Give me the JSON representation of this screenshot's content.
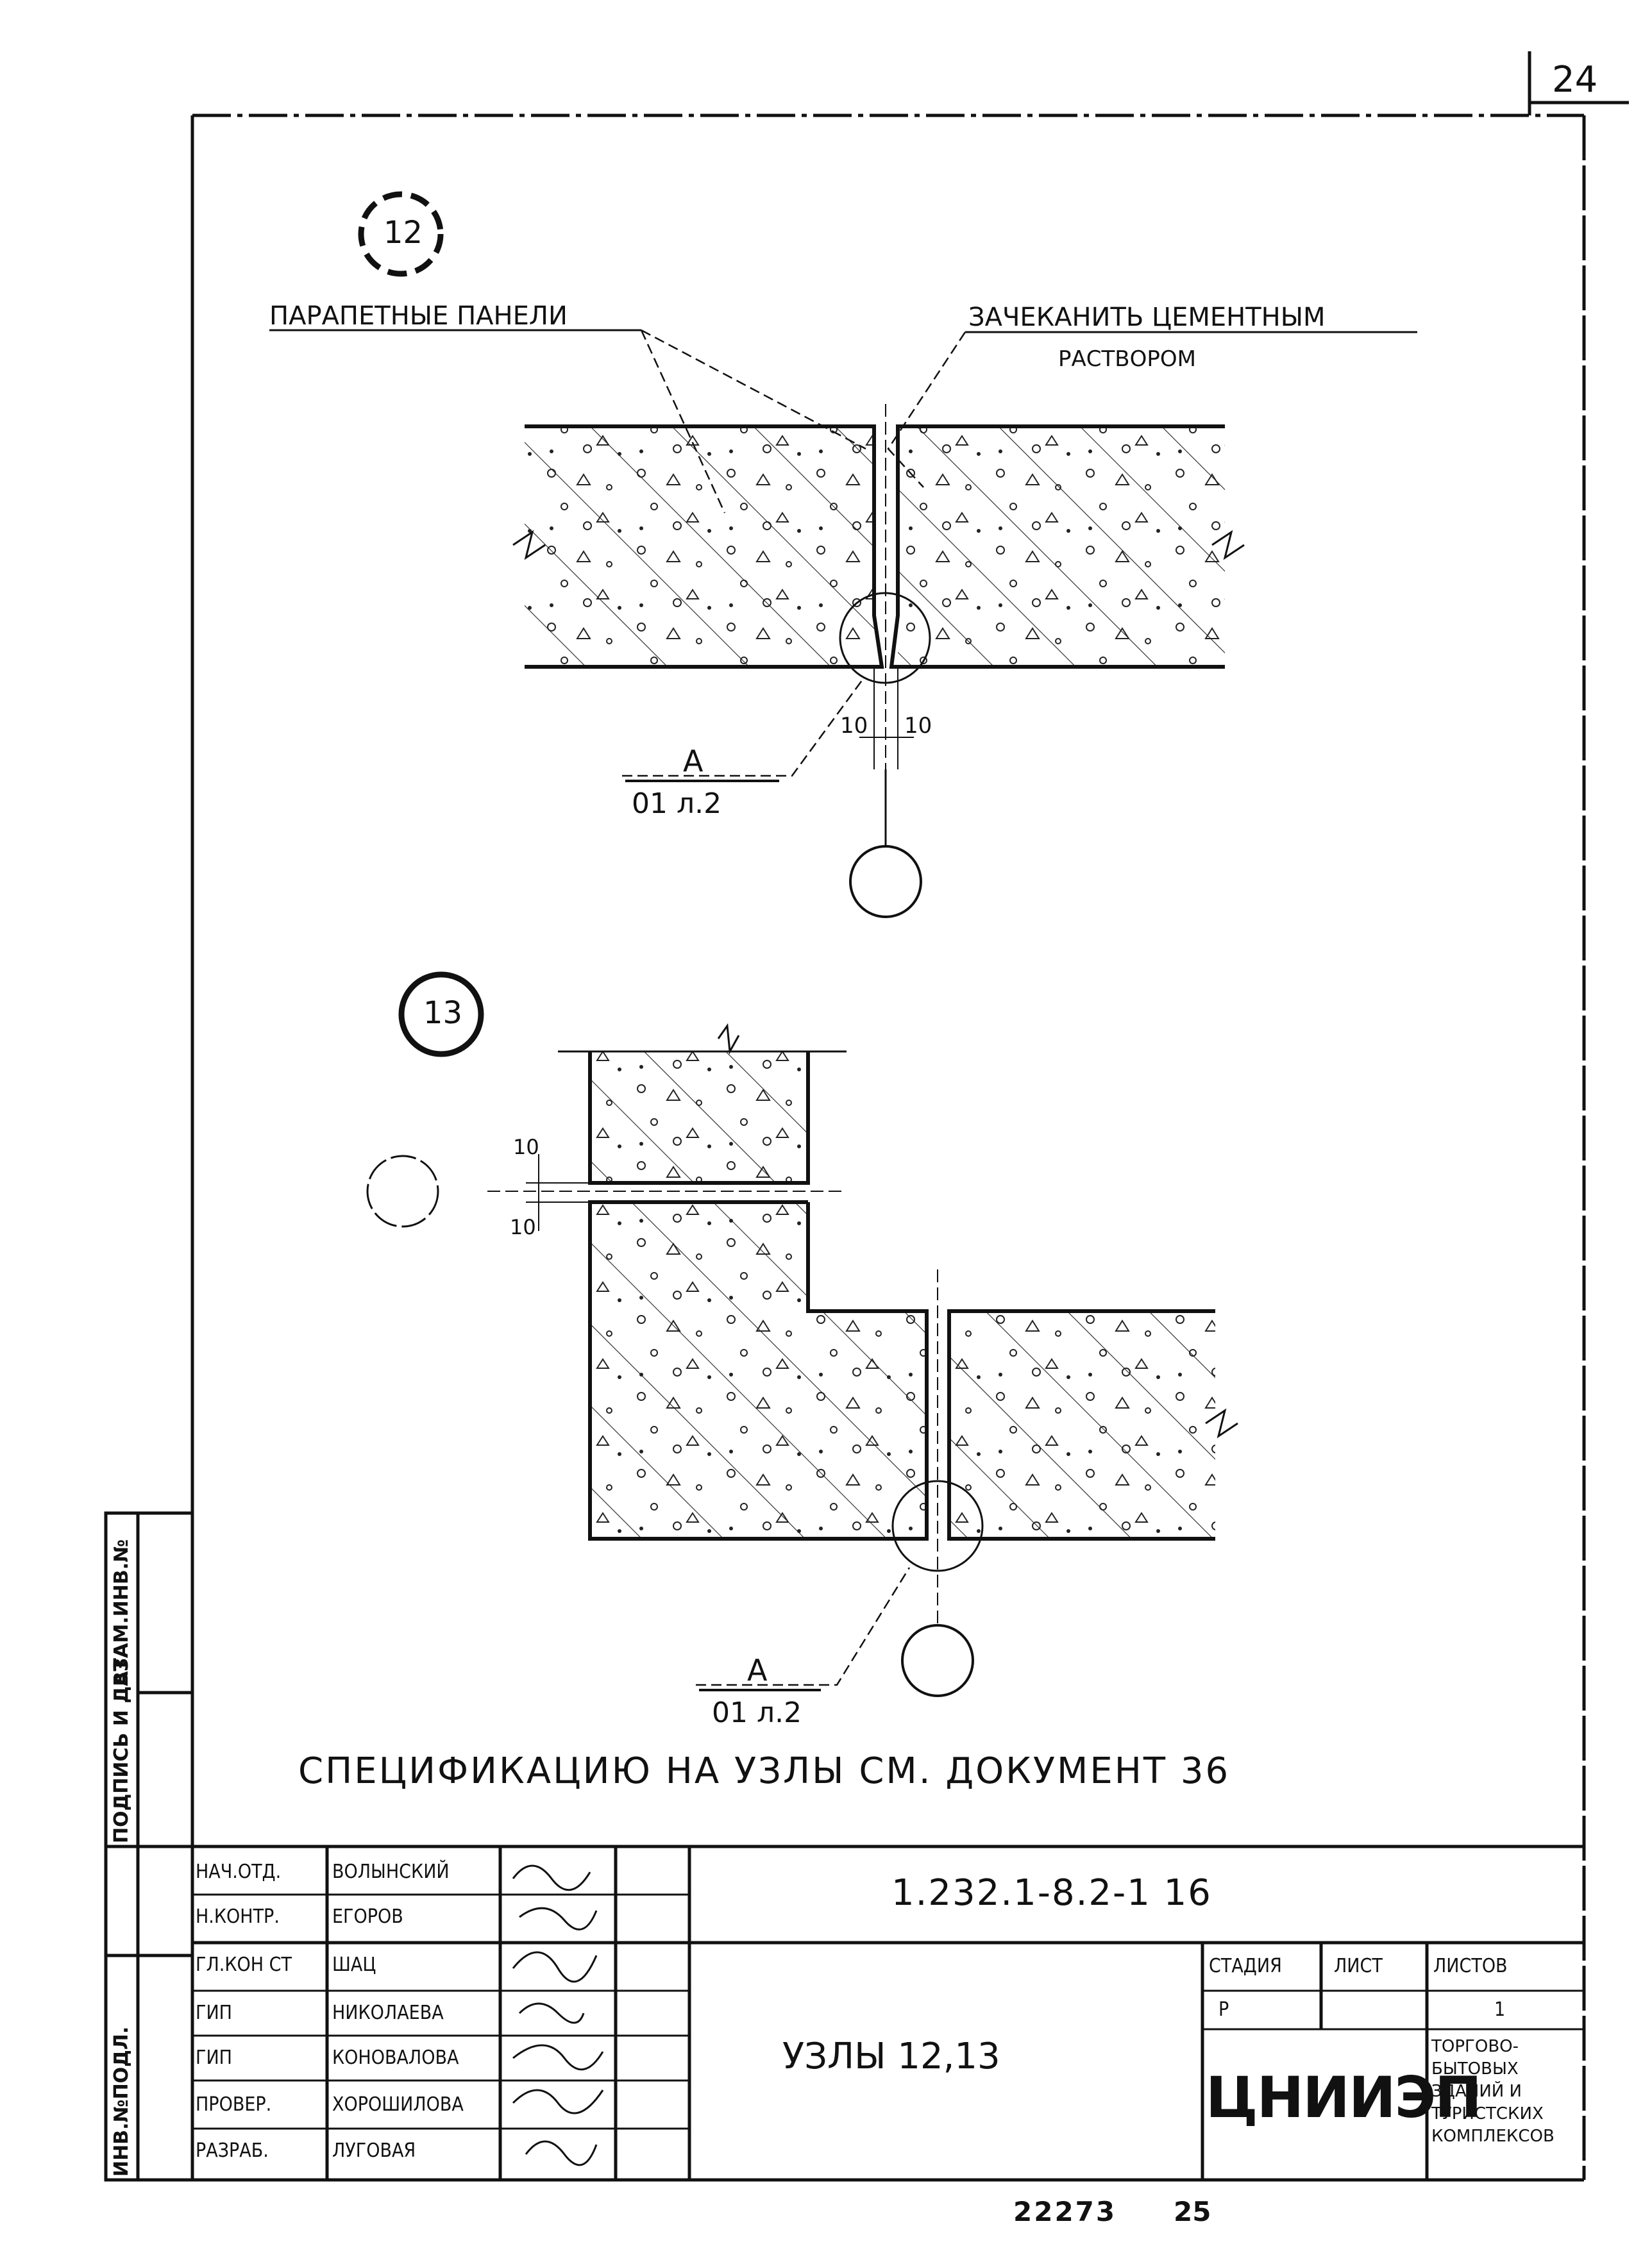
{
  "page_number": "24",
  "node12": {
    "number": "12",
    "label_left": "ПАРАПЕТНЫЕ ПАНЕЛИ",
    "label_right_line1": "ЗАЧЕКАНИТЬ ЦЕМЕНТНЫМ",
    "label_right_line2": "РАСТВОРОМ",
    "dim_left": "10",
    "dim_right": "10",
    "ref_top": "А",
    "ref_bottom": "01 л.2"
  },
  "node13": {
    "number": "13",
    "dim_top": "10",
    "dim_bottom": "10",
    "ref_top": "А",
    "ref_bottom": "01 л.2"
  },
  "spec_note": "СПЕЦИФИКАЦИЮ НА УЗЛЫ СМ. ДОКУМЕНТ 36",
  "side_stamp": {
    "col1": "ИНВ.№ПОДЛ.",
    "col2": "ПОДПИСЬ И ДАТА",
    "col3": "ВЗАМ.ИНВ.№"
  },
  "title_block": {
    "doc_code": "1.232.1-8.2-1 16",
    "sheet_title": "УЗЛЫ 12,13",
    "roles": [
      {
        "role": "НАЧ.ОТД.",
        "name": "ВОЛЫНСКИЙ"
      },
      {
        "role": "Н.КОНТР.",
        "name": "ЕГОРОВ"
      },
      {
        "role": "ГЛ.КОН СТ",
        "name": "ШАЦ"
      },
      {
        "role": "ГИП",
        "name": "НИКОЛАЕВА"
      },
      {
        "role": "ГИП",
        "name": "КОНОВАЛОВА"
      },
      {
        "role": "ПРОВЕР.",
        "name": "ХОРОШИЛОВА"
      },
      {
        "role": "РАЗРАБ.",
        "name": "ЛУГОВАЯ"
      }
    ],
    "stage_label": "СТАДИЯ",
    "sheet_label": "ЛИСТ",
    "sheets_label": "ЛИСТОВ",
    "stage_value": "Р",
    "sheets_value": "1",
    "org_logo": "ЦНИИЭП",
    "org_text_lines": [
      "ТОРГОВО-",
      "БЫТОВЫХ",
      "ЗДАНИЙ И",
      "ТУРИСТСКИХ",
      "КОМПЛЕКСОВ"
    ]
  },
  "footer_number": "22273",
  "footer_sheet": "25"
}
